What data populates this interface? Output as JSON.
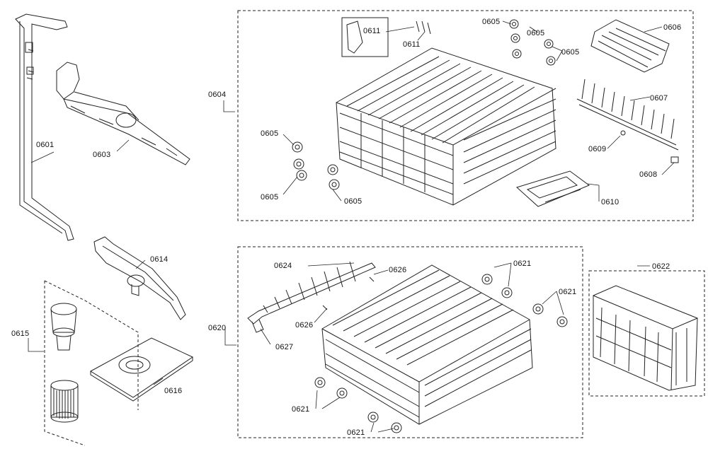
{
  "labels": {
    "p0601": "0601",
    "p0603": "0603",
    "p0604": "0604",
    "p0605_a": "0605",
    "p0605_b": "0605",
    "p0605_c": "0605",
    "p0605_d": "0605",
    "p0605_e": "0605",
    "p0605_f": "0605",
    "p0606": "0606",
    "p0607": "0607",
    "p0608": "0608",
    "p0609": "0609",
    "p0610": "0610",
    "p0611_a": "0611",
    "p0611_b": "0611",
    "p0614": "0614",
    "p0615": "0615",
    "p0616": "0616",
    "p0620": "0620",
    "p0621_a": "0621",
    "p0621_b": "0621",
    "p0621_c": "0621",
    "p0621_d": "0621",
    "p0622": "0622",
    "p0624": "0624",
    "p0626_a": "0626",
    "p0626_b": "0626",
    "p0627": "0627"
  }
}
